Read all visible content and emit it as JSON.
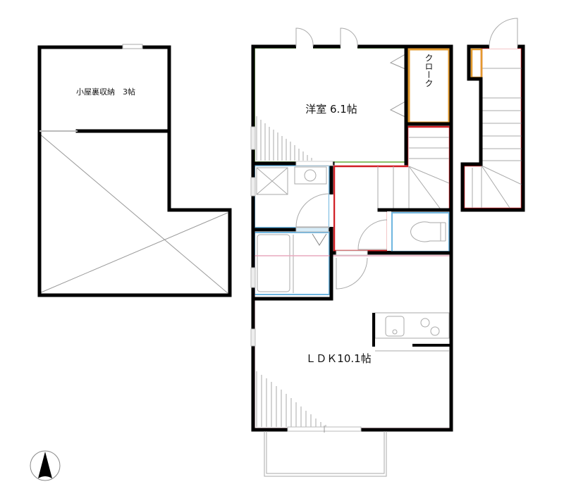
{
  "floor_plan": {
    "rooms": [
      {
        "id": "loft",
        "label": "小屋裏収納　3帖",
        "name": "attic storage",
        "size_jo": 3
      },
      {
        "id": "western_room",
        "label": "洋室 6.1帖",
        "name": "Western-style room",
        "size_jo": 6.1
      },
      {
        "id": "closet",
        "label": "クローク",
        "name": "cloak closet"
      },
      {
        "id": "ldk",
        "label": "ＬＤＫ10.1帖",
        "name": "Living Dining Kitchen",
        "size_jo": 10.1
      },
      {
        "id": "washroom",
        "label": "",
        "name": "washroom"
      },
      {
        "id": "bathroom",
        "label": "",
        "name": "bath"
      },
      {
        "id": "toilet",
        "label": "",
        "name": "toilet"
      },
      {
        "id": "stairs",
        "label": "",
        "name": "staircase"
      },
      {
        "id": "entry_stairs",
        "label": "",
        "name": "entrance stairs"
      },
      {
        "id": "balcony",
        "label": "",
        "name": "balcony"
      }
    ],
    "colors": {
      "wall": "#000000",
      "western_room_outline": "#8cc06a",
      "closet_outline": "#e39a2c",
      "stairs_outline": "#d01f25",
      "wet_area_outline": "#6fb6e0",
      "ldk_outline": "#e8a8bd",
      "fixture_lines": "#9a9a9a"
    },
    "compass": {
      "icon": "north-arrow-icon",
      "direction": "N"
    }
  }
}
